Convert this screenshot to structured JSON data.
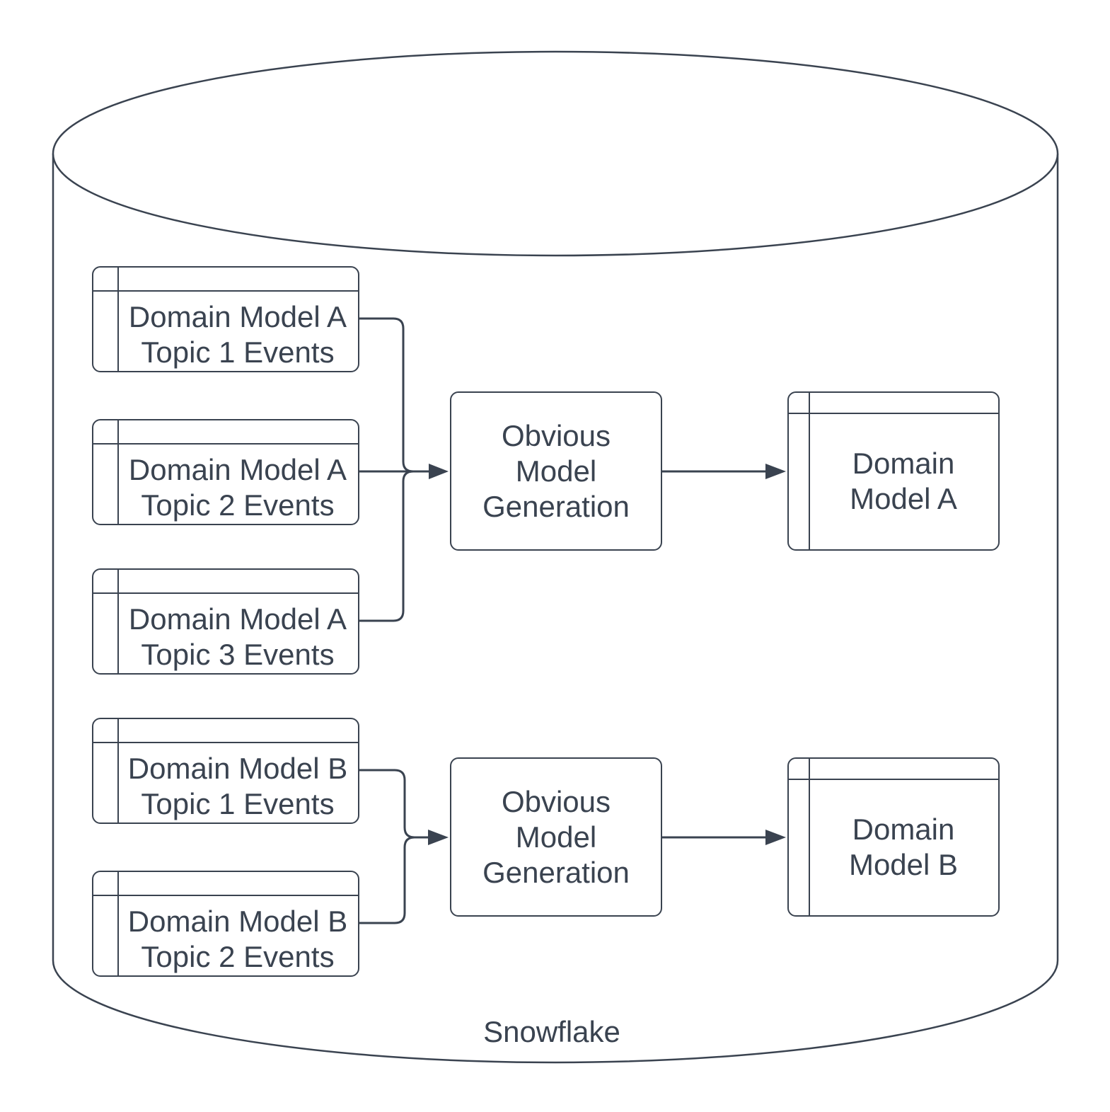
{
  "diagram": {
    "title_label": "Snowflake",
    "colors": {
      "stroke": "#3a4350",
      "text": "#3a4350",
      "shape_fill": "#ffffff",
      "background": "#ffffff"
    },
    "cylinder": {
      "label": "Snowflake"
    },
    "source_tables": [
      {
        "lines": [
          "Domain Model A",
          "Topic 1 Events"
        ]
      },
      {
        "lines": [
          "Domain Model A",
          "Topic 2 Events"
        ]
      },
      {
        "lines": [
          "Domain Model A",
          "Topic 3 Events"
        ]
      },
      {
        "lines": [
          "Domain Model B",
          "Topic 1 Events"
        ]
      },
      {
        "lines": [
          "Domain Model B",
          "Topic 2 Events"
        ]
      }
    ],
    "processes": [
      {
        "lines": [
          "Obvious",
          "Model",
          "Generation"
        ]
      },
      {
        "lines": [
          "Obvious",
          "Model",
          "Generation"
        ]
      }
    ],
    "output_tables": [
      {
        "lines": [
          "Domain",
          "Model A"
        ]
      },
      {
        "lines": [
          "Domain",
          "Model B"
        ]
      }
    ]
  }
}
